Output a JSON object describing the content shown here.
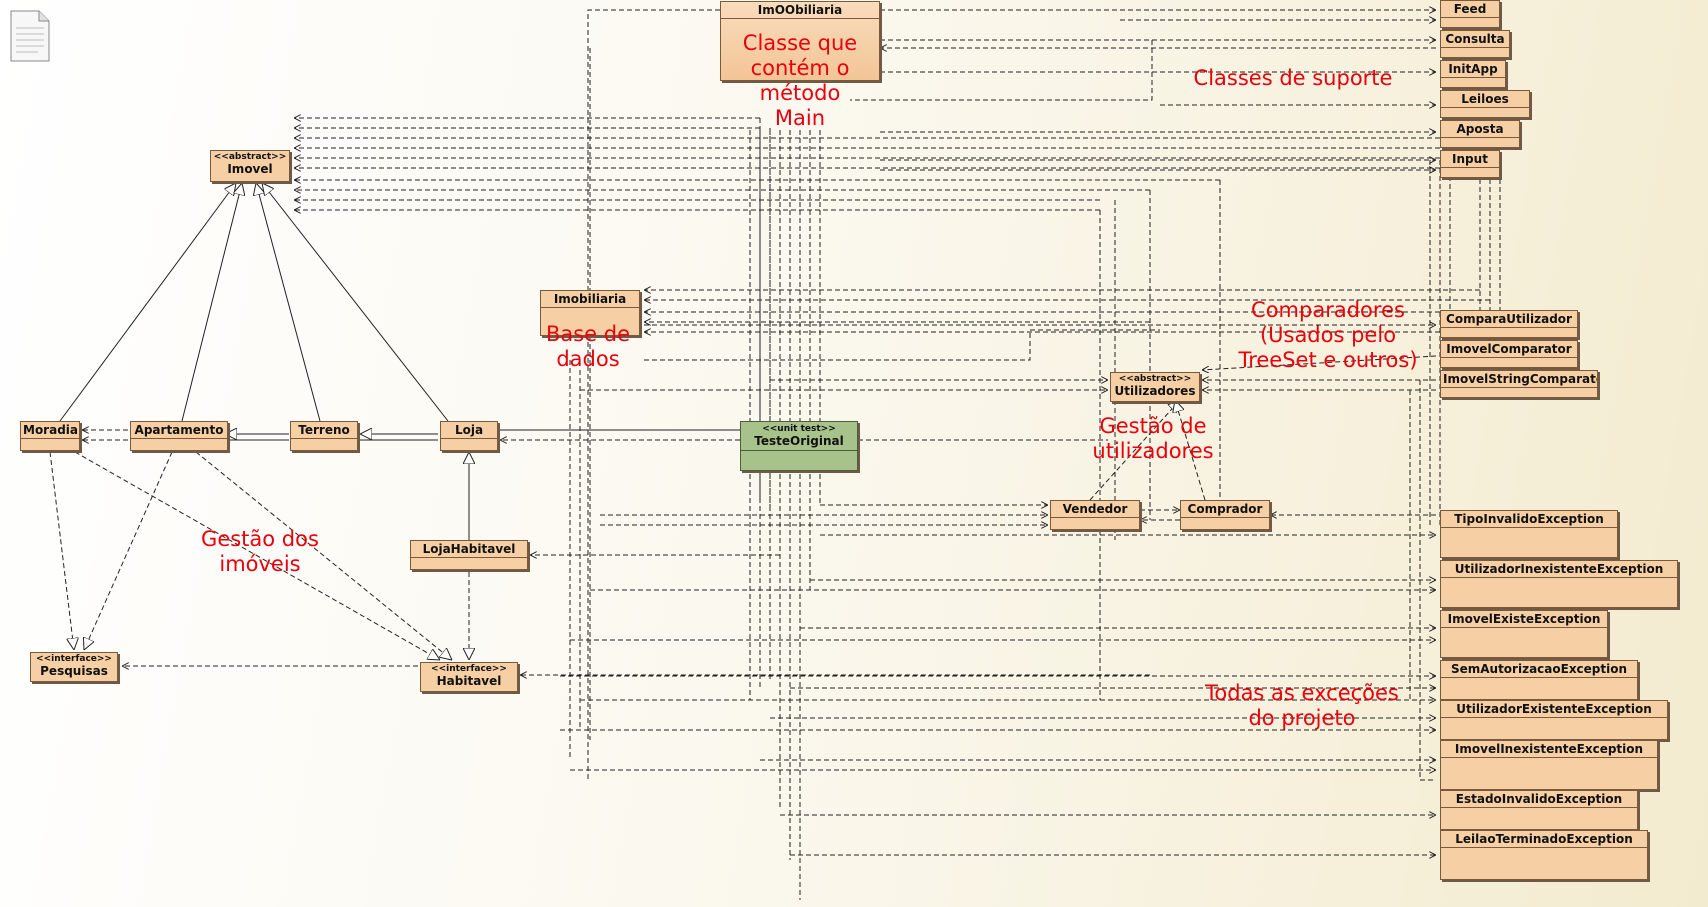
{
  "classes": {
    "imoobiliaria": "ImOObiliaria",
    "imovel_stereo": "<<abstract>>",
    "imovel": "Imovel",
    "imobiliaria": "Imobiliaria",
    "moradia": "Moradia",
    "apartamento": "Apartamento",
    "terreno": "Terreno",
    "loja": "Loja",
    "lojahabitavel": "LojaHabitavel",
    "pesquisas_stereo": "<<interface>>",
    "pesquisas": "Pesquisas",
    "habitavel_stereo": "<<interface>>",
    "habitavel": "Habitavel",
    "teste_stereo": "<<unit test>>",
    "teste": "TesteOriginal",
    "utilizadores_stereo": "<<abstract>>",
    "utilizadores": "Utilizadores",
    "vendedor": "Vendedor",
    "comprador": "Comprador",
    "feed": "Feed",
    "consulta": "Consulta",
    "initapp": "InitApp",
    "leiloes": "Leiloes",
    "aposta": "Aposta",
    "input": "Input",
    "comparautilizador": "ComparaUtilizador",
    "imovelcomparator": "ImovelComparator",
    "imovelstringcomparator": "ImovelStringComparator",
    "ex1": "TipoInvalidoException",
    "ex2": "UtilizadorInexistenteException",
    "ex3": "ImovelExisteException",
    "ex4": "SemAutorizacaoException",
    "ex5": "UtilizadorExistenteException",
    "ex6": "ImovelInexistenteException",
    "ex7": "EstadoInvalidoException",
    "ex8": "LeilaoTerminadoException"
  },
  "annotations": {
    "main": "Classe que\ncontém o\nmétodo\nMain",
    "suporte": "Classes de suporte",
    "comparadores": "Comparadores\n(Usados pelo\nTreeSet e outros)",
    "base": "Base de\ndados",
    "gestao_util": "Gestão de\nutilizadores",
    "gestao_imoveis": "Gestão dos\nimóveis",
    "excecoes": "Todas as exceções\ndo projeto"
  },
  "colors": {
    "class_fill": "#f6cfa4",
    "test_fill": "#a7c28a",
    "annotation": "#e8000d",
    "line": "#222222"
  },
  "icons": {
    "file": "document-icon"
  }
}
